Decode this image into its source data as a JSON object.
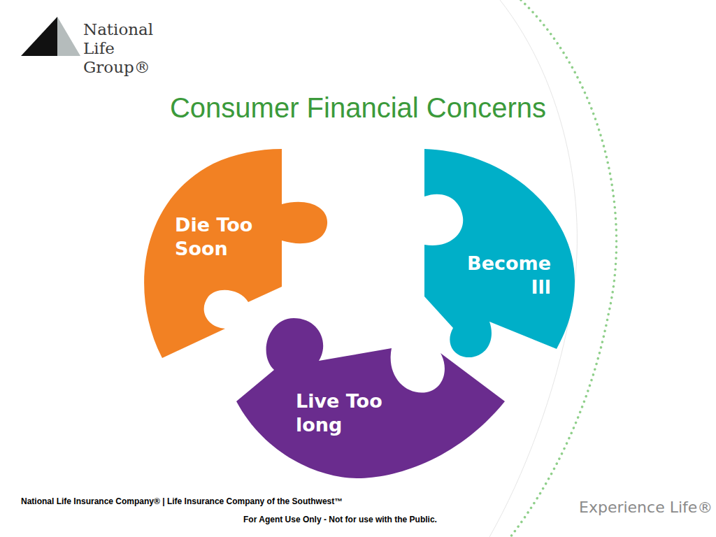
{
  "diagram": {
    "title": "Consumer Financial Concerns",
    "nodes": [
      {
        "text": [
          "Die Too Soon"
        ]
      },
      {
        "text": [
          "Become Ill"
        ]
      },
      {
        "text": [
          "Live Too long"
        ]
      }
    ],
    "labels": [
      "National Life Group®",
      "National Life Insurance Company® | Life Insurance Company of the Southwest™",
      "For Agent Use Only - Not for use with the Public.",
      "Experience Life®"
    ]
  }
}
